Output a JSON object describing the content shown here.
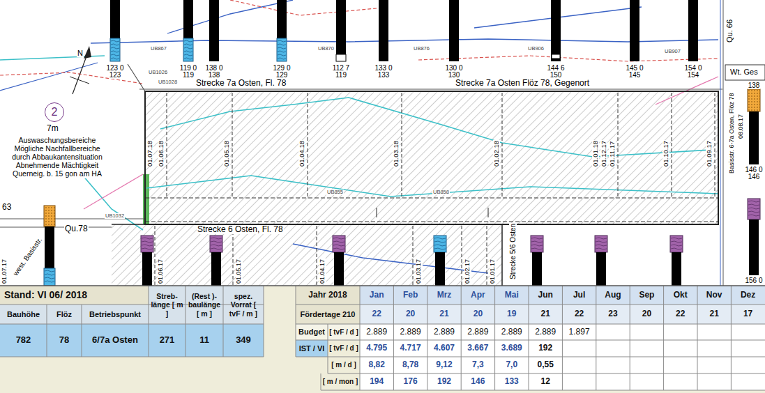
{
  "diagram": {
    "nodes": [
      {
        "text": [
          "2"
        ]
      }
    ],
    "labels": [
      "123 0",
      "123",
      "119 0",
      "119",
      "138 0",
      "138",
      "129 0",
      "129",
      "112 7",
      "119",
      "133 0",
      "133",
      "130 0",
      "130",
      "144 6",
      "150",
      "145 0",
      "145",
      "154 0",
      "154",
      "138",
      "146 0",
      "146",
      "156 0",
      "Qu. 66",
      "Wt. Ges",
      "Strecke 7a Osten, Fl. 78",
      "Strecke 7a Osten Flöz 78, Gegenort",
      "7m",
      "Auswaschungsbereiche",
      "Mögliche Nachfallbereiche",
      "durch Abbaukantensituation",
      "Abnehmende Mächtigkeit",
      "Querneig. b. 15 gon am HA",
      "N",
      "63",
      "Qu.78",
      "west. Basisstr.",
      "Strecke 6 Osten, Fl. 78",
      "Strecke 5/6 Osten",
      "Basisstr. 6-7a Osten, Flöz 78",
      "08.08.17",
      "01.07.18",
      "01.06.18",
      "01.05.18",
      "01.04.18",
      "01.03.18",
      "01.02.18",
      "01.01.18",
      "01.12.17",
      "01.11.17",
      "01.10.17",
      "01.09.17",
      "01.07.17",
      "01.06.17",
      "01.05.17",
      "01.04.17",
      "01.03.17",
      "01.02.17",
      "01.01.17",
      "UB867",
      "UB870",
      "UB876",
      "UB906",
      "UB907",
      "UB1026",
      "UB1028",
      "UB1032",
      "UB855",
      "UB858",
      "Stand: VI 06/ 2018",
      "Bauhöhe",
      "Flöz",
      "Betriebspunkt",
      "Streb- länge [ m ]",
      "(Rest )- baulänge [ m ]",
      "spez. Vorrat [ tvF / m ]",
      "782",
      "78",
      "6/7a Osten",
      "271",
      "11",
      "349",
      "Jahr 2018",
      "Fördertage 210",
      "Jan",
      "Feb",
      "Mrz",
      "Apr",
      "Mai",
      "Jun",
      "Jul",
      "Aug",
      "Sep",
      "Okt",
      "Nov",
      "Dez",
      "22",
      "20",
      "21",
      "20",
      "19",
      "21",
      "22",
      "23",
      "20",
      "22",
      "21",
      "17",
      "Budget",
      "[ tvF / d ]",
      "2.889",
      "2.889",
      "2.889",
      "2.889",
      "2.889",
      "2.889",
      "1.897",
      "IST / VI",
      "[ tvF / d ]",
      "4.795",
      "4.717",
      "4.607",
      "3.667",
      "3.689",
      "192",
      "[ m / d ]",
      "8,82",
      "8,78",
      "9,12",
      "7,3",
      "7,0",
      "0,55",
      "[ m / mon ]",
      "194",
      "176",
      "192",
      "146",
      "133",
      "12"
    ]
  }
}
